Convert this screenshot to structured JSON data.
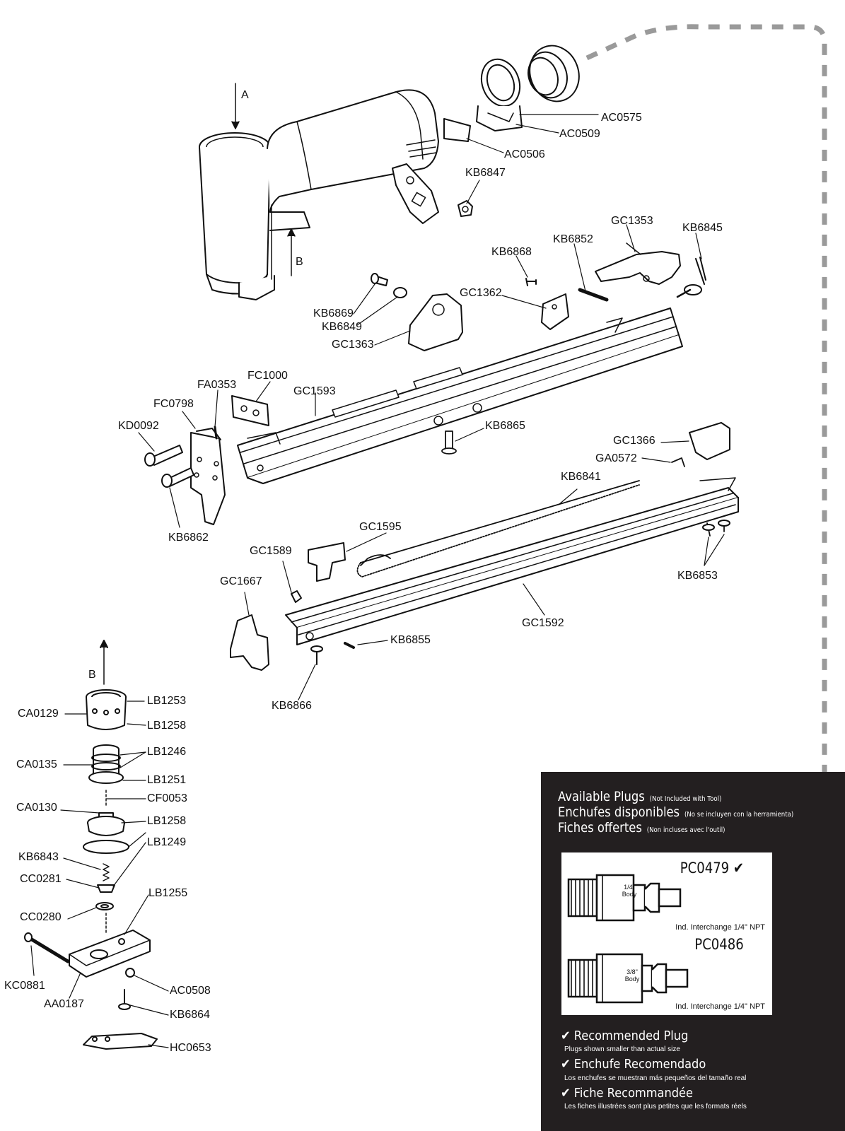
{
  "arrow_labels": {
    "a": "A",
    "b_top": "B",
    "b_bottom": "B"
  },
  "parts": {
    "AC0575": "AC0575",
    "AC0509": "AC0509",
    "AC0506": "AC0506",
    "KB6847": "KB6847",
    "GC1353": "GC1353",
    "KB6845": "KB6845",
    "KB6868": "KB6868",
    "KB6852": "KB6852",
    "GC1362": "GC1362",
    "KB6869": "KB6869",
    "KB6849": "KB6849",
    "GC1363": "GC1363",
    "FC1000": "FC1000",
    "FA0353": "FA0353",
    "GC1593": "GC1593",
    "FC0798": "FC0798",
    "KD0092": "KD0092",
    "KB6865": "KB6865",
    "GC1366": "GC1366",
    "GA0572": "GA0572",
    "KB6862": "KB6862",
    "KB6841": "KB6841",
    "GC1595": "GC1595",
    "GC1589": "GC1589",
    "GC1667": "GC1667",
    "KB6853": "KB6853",
    "GC1592": "GC1592",
    "KB6855": "KB6855",
    "KB6866": "KB6866",
    "LB1253": "LB1253",
    "CA0129": "CA0129",
    "LB1258a": "LB1258",
    "LB1246": "LB1246",
    "CA0135": "CA0135",
    "LB1251": "LB1251",
    "CF0053": "CF0053",
    "CA0130": "CA0130",
    "LB1258b": "LB1258",
    "LB1249": "LB1249",
    "KB6843": "KB6843",
    "CC0281": "CC0281",
    "LB1255": "LB1255",
    "CC0280": "CC0280",
    "KC0881": "KC0881",
    "AA0187": "AA0187",
    "AC0508": "AC0508",
    "KB6864": "KB6864",
    "HC0653": "HC0653"
  },
  "plugs_panel": {
    "heading_en": "Available Plugs",
    "heading_en_note": "(Not Included with Tool)",
    "heading_es": "Enchufes disponibles",
    "heading_es_note": "(No se incluyen con la herramienta)",
    "heading_fr": "Fiches offertes",
    "heading_fr_note": "(Non incluses avec l'outil)",
    "plug1_code": "PC0479",
    "plug1_check": "✔",
    "plug1_body_a": "1/4\"",
    "plug1_body_b": "Body",
    "plug1_note": "Ind. Interchange 1/4\" NPT",
    "plug2_code": "PC0486",
    "plug2_body_a": "3/8\"",
    "plug2_body_b": "Body",
    "plug2_note": "Ind. Interchange 1/4\" NPT",
    "rec_check": "✔",
    "rec_en": "Recommended Plug",
    "rec_en_note": "Plugs shown smaller than actual size",
    "rec_es": "Enchufe Recomendado",
    "rec_es_note": "Los enchufes se muestran más pequeños del tamaño real",
    "rec_fr": "Fiche Recommandée",
    "rec_fr_note": "Les fiches illustrées sont plus petites que les formats réels"
  },
  "colors": {
    "line": "#111111",
    "panel_bg": "#231f20",
    "dash": "#9a9a9a"
  }
}
